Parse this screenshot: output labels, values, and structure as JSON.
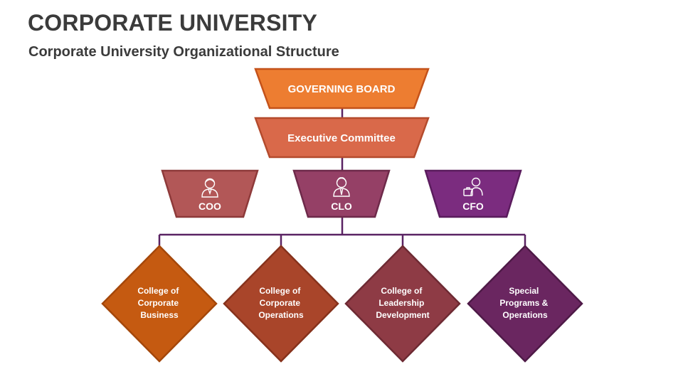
{
  "slide": {
    "title": "CORPORATE UNIVERSITY",
    "subtitle": "Corporate University Organizational Structure"
  },
  "levels": {
    "governing_board": {
      "label": "GOVERNING BOARD",
      "fill": "#ED7D31",
      "stroke": "#C4521A"
    },
    "executive_committee": {
      "label": "Executive Committee",
      "fill": "#D9694A",
      "stroke": "#B44B2D"
    },
    "officers": [
      {
        "label": "COO",
        "icon": "executive-man-icon",
        "fill": "#B25757",
        "stroke": "#8E3A3A"
      },
      {
        "label": "CLO",
        "icon": "businessman-icon",
        "fill": "#954066",
        "stroke": "#6E2A4A"
      },
      {
        "label": "CFO",
        "icon": "man-with-briefcase-icon",
        "fill": "#7B2C7F",
        "stroke": "#5A1C5D"
      }
    ],
    "colleges": [
      {
        "lines": [
          "College of",
          "Corporate",
          "Business"
        ],
        "fill": "#C55A11",
        "stroke": "#A4470A"
      },
      {
        "lines": [
          "College of",
          "Corporate",
          "Operations"
        ],
        "fill": "#A9452A",
        "stroke": "#86321C"
      },
      {
        "lines": [
          "College of",
          "Leadership",
          "Development"
        ],
        "fill": "#8E3B45",
        "stroke": "#6D2A33"
      },
      {
        "lines": [
          "Special",
          "Programs &",
          "Operations"
        ],
        "fill": "#6A2660",
        "stroke": "#4E1A47"
      }
    ]
  },
  "connector_color": "#5A2363"
}
